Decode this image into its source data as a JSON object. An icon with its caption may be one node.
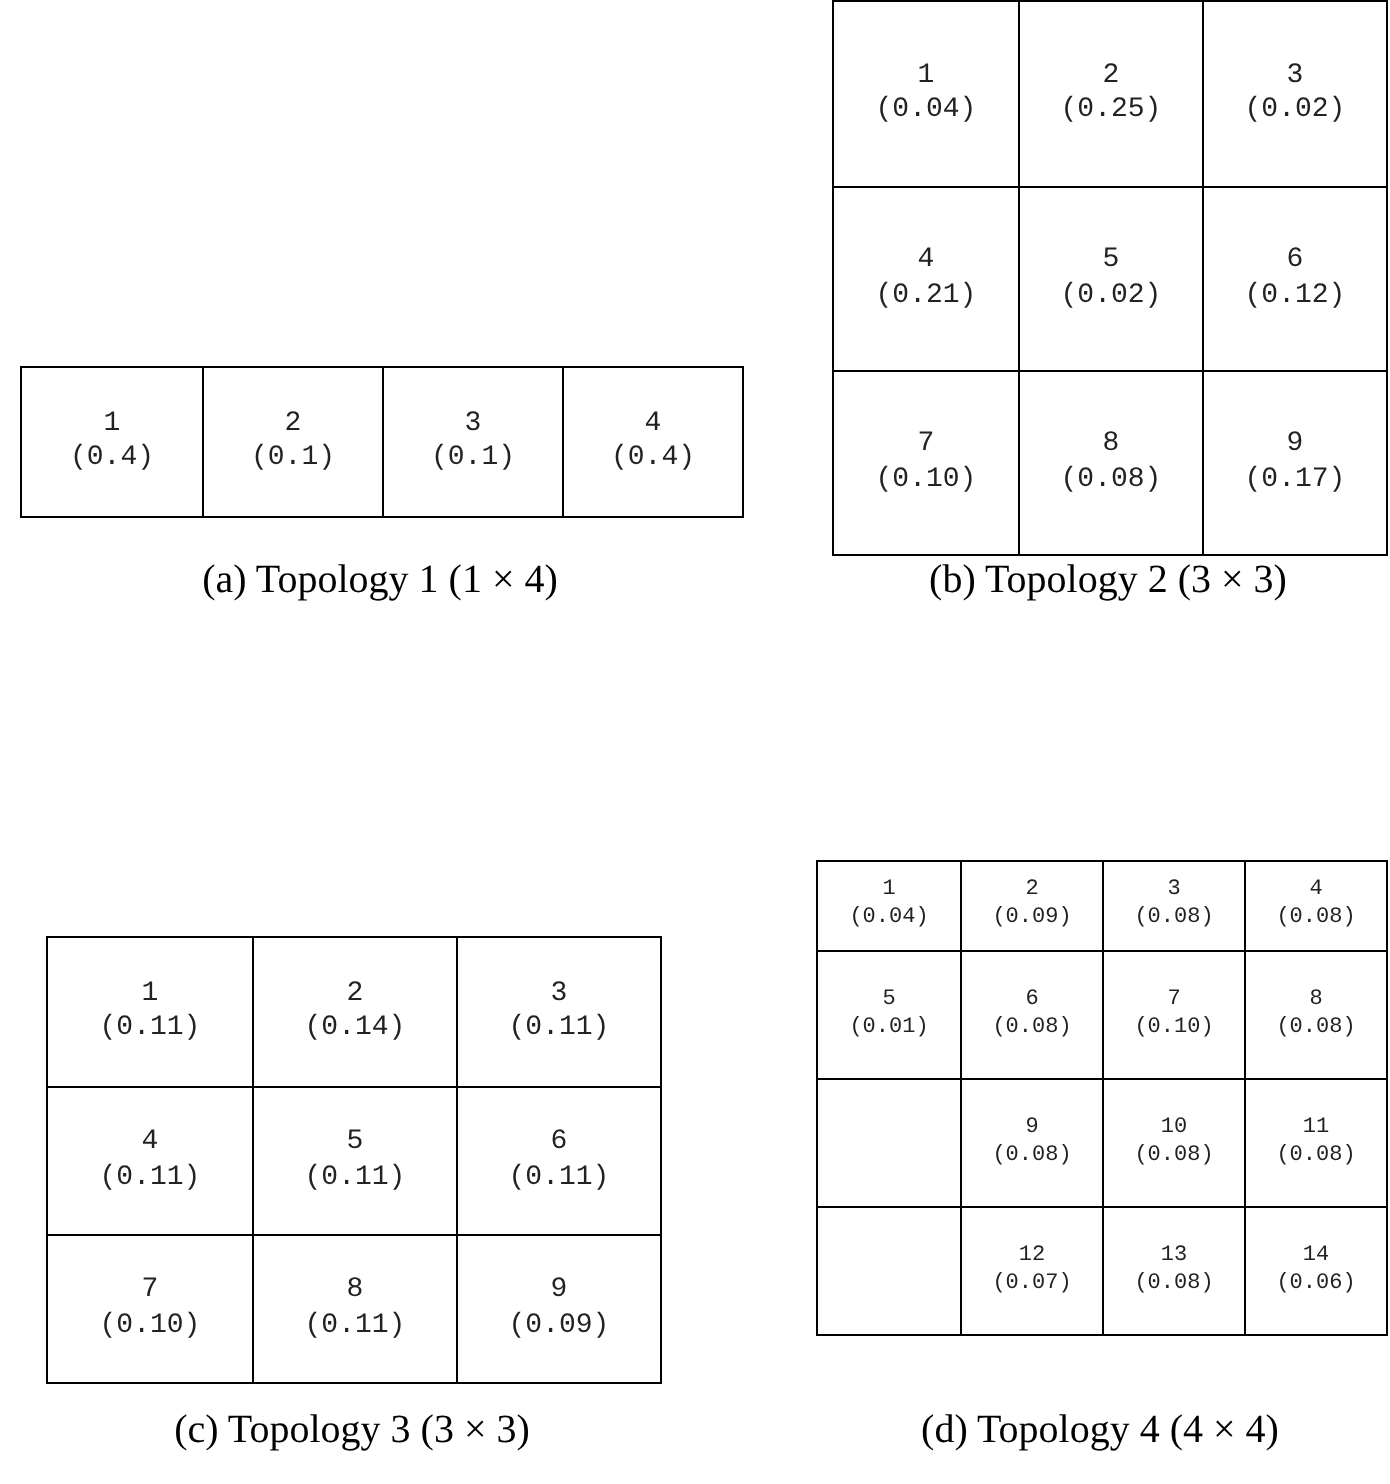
{
  "diagram": {
    "nodes": [
      {
        "text": [],
        "shape": "box",
        "beside": [
          "(a) Topology 1 (1 × 4)"
        ]
      },
      {
        "text": [
          "1",
          "(0.4)"
        ],
        "in": 0
      },
      {
        "text": [
          "2",
          "(0.1)"
        ],
        "in": 0
      },
      {
        "text": [
          "3",
          "(0.1)"
        ],
        "in": 0
      },
      {
        "text": [
          "4",
          "(0.4)"
        ],
        "in": 0
      },
      {
        "text": [],
        "shape": "box",
        "beside": [
          "(b) Topology 2 (3 × 3)"
        ]
      },
      {
        "text": [
          "1",
          "(0.04)"
        ],
        "in": 5
      },
      {
        "text": [
          "2",
          "(0.25)"
        ],
        "in": 5
      },
      {
        "text": [
          "3",
          "(0.02)"
        ],
        "in": 5
      },
      {
        "text": [
          "4",
          "(0.21)"
        ],
        "in": 5
      },
      {
        "text": [
          "5",
          "(0.02)"
        ],
        "in": 5
      },
      {
        "text": [
          "6",
          "(0.12)"
        ],
        "in": 5
      },
      {
        "text": [
          "7",
          "(0.10)"
        ],
        "in": 5
      },
      {
        "text": [
          "8",
          "(0.08)"
        ],
        "in": 5
      },
      {
        "text": [
          "9",
          "(0.17)"
        ],
        "in": 5
      },
      {
        "text": [],
        "shape": "box",
        "beside": [
          "(c) Topology 3 (3 × 3)"
        ]
      },
      {
        "text": [
          "1",
          "(0.11)"
        ],
        "in": 15
      },
      {
        "text": [
          "2",
          "(0.14)"
        ],
        "in": 15
      },
      {
        "text": [
          "3",
          "(0.11)"
        ],
        "in": 15
      },
      {
        "text": [
          "4",
          "(0.11)"
        ],
        "in": 15
      },
      {
        "text": [
          "5",
          "(0.11)"
        ],
        "in": 15
      },
      {
        "text": [
          "6",
          "(0.11)"
        ],
        "in": 15
      },
      {
        "text": [
          "7",
          "(0.10)"
        ],
        "in": 15
      },
      {
        "text": [
          "8",
          "(0.11)"
        ],
        "in": 15
      },
      {
        "text": [
          "9",
          "(0.09)"
        ],
        "in": 15
      },
      {
        "text": [],
        "shape": "box",
        "beside": [
          "(d) Topology 4 (4 × 4)"
        ]
      },
      {
        "text": [
          "1",
          "(0.04)"
        ],
        "in": 25
      },
      {
        "text": [
          "2",
          "(0.09)"
        ],
        "in": 25
      },
      {
        "text": [
          "3",
          "(0.08)"
        ],
        "in": 25
      },
      {
        "text": [
          "4",
          "(0.08)"
        ],
        "in": 25
      },
      {
        "text": [
          "5",
          "(0.01)"
        ],
        "in": 25
      },
      {
        "text": [
          "6",
          "(0.08)"
        ],
        "in": 25
      },
      {
        "text": [
          "7",
          "(0.10)"
        ],
        "in": 25
      },
      {
        "text": [
          "8",
          "(0.08)"
        ],
        "in": 25
      },
      {
        "text": [],
        "shape": "box",
        "in": 25
      },
      {
        "text": [
          "9",
          "(0.08)"
        ],
        "in": 25
      },
      {
        "text": [
          "10",
          "(0.08)"
        ],
        "in": 25
      },
      {
        "text": [
          "11",
          "(0.08)"
        ],
        "in": 25
      },
      {
        "text": [],
        "shape": "box",
        "in": 25
      },
      {
        "text": [
          "12",
          "(0.07)"
        ],
        "in": 25
      },
      {
        "text": [
          "13",
          "(0.08)"
        ],
        "in": 25
      },
      {
        "text": [
          "14",
          "(0.06)"
        ],
        "in": 25
      }
    ]
  }
}
